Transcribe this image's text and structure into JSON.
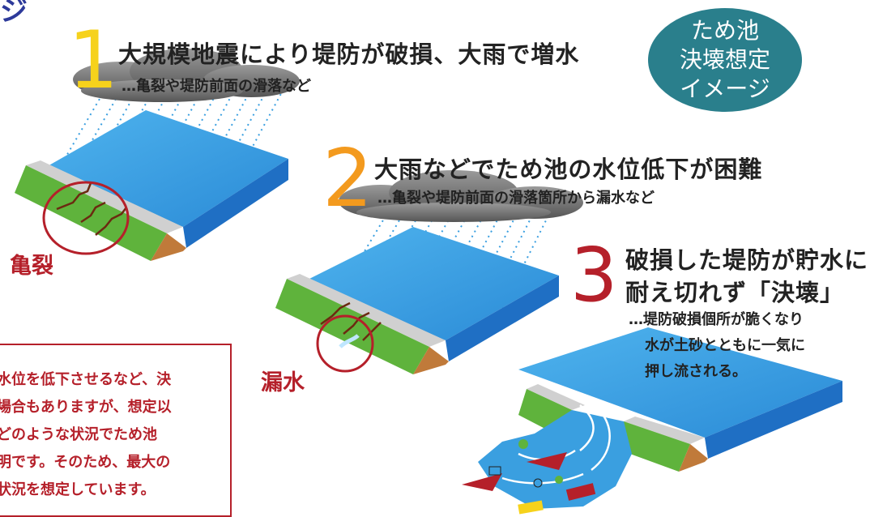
{
  "heading_fragment": "ジ",
  "badge": {
    "text": "ため池\n決壊想定\nイメージ"
  },
  "steps": [
    {
      "number": "1",
      "title": "大規模地震により堤防が破損、大雨で増水",
      "sub": "…亀裂や堤防前面の滑落など"
    },
    {
      "number": "2",
      "title": "大雨などでため池の水位低下が困難",
      "sub": "…亀裂や堤防前面の滑落箇所から漏水など"
    },
    {
      "number": "3",
      "title_lines": [
        "破損した堤防が貯水に",
        "耐え切れず「決壊」"
      ],
      "sub_lines": [
        "…堤防破損個所が脆くなり",
        "水が土砂とともに一気に",
        "押し流される。"
      ]
    }
  ],
  "labels": {
    "crack": "亀裂",
    "leak": "漏水"
  },
  "notice_lines": [
    "水位を低下させるなど、決",
    "場合もありますが、想定以",
    "どのような状況でため池",
    "明です。そのため、最大の",
    "状況を想定しています。"
  ],
  "colors": {
    "water_top": "#3a9fe0",
    "water_side": "#1f6fc4",
    "grass": "#5fb33c",
    "dam_top": "#d0d0d0",
    "soil": "#c07a3a",
    "cloud": "#7a7a7a",
    "accent_red": "#b5202a",
    "number_yellow": "#f6d21c",
    "number_orange": "#f39a1e",
    "badge_teal": "#2a7f8c",
    "heading_blue": "#2d3a9a"
  }
}
